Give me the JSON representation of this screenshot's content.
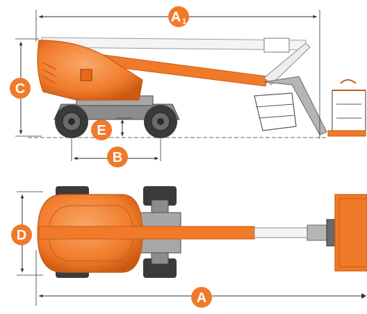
{
  "colors": {
    "orange": "#F07A2A",
    "orange_dark": "#C95A12",
    "orange_light": "#F9A868",
    "badge": "#F07A2A",
    "gray": "#8C8C8C",
    "gray_dark": "#4A4A4A",
    "gray_light": "#C8C8C8",
    "tire": "#3A3A3A",
    "line": "#333333"
  },
  "labels": {
    "a1": "A",
    "a1_sub": "1",
    "c": "C",
    "e": "E",
    "b": "B",
    "d": "D",
    "a": "A"
  }
}
